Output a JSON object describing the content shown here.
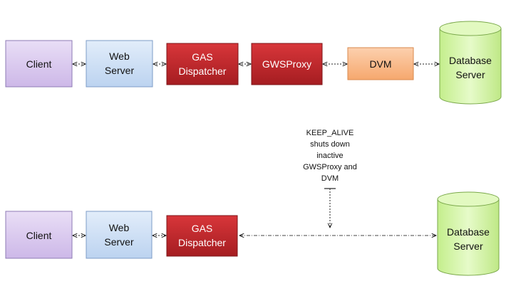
{
  "top_row": {
    "client": "Client",
    "web_server": [
      "Web",
      "Server"
    ],
    "gas_dispatcher": [
      "GAS",
      "Dispatcher"
    ],
    "gwsproxy": "GWSProxy",
    "dvm": "DVM",
    "database_server": [
      "Database",
      "Server"
    ]
  },
  "bottom_row": {
    "client": "Client",
    "web_server": [
      "Web",
      "Server"
    ],
    "gas_dispatcher": [
      "GAS",
      "Dispatcher"
    ],
    "database_server": [
      "Database",
      "Server"
    ]
  },
  "annotation": {
    "lines": [
      "KEEP_ALIVE",
      "shuts down",
      "inactive",
      "GWSProxy and",
      "DVM"
    ]
  },
  "colors": {
    "client_fill": "#d9c8ee",
    "web_server_fill": "#c9ddf5",
    "dispatcher_fill": "#c0282c",
    "dvm_fill": "#f9b98a",
    "database_fill": "#d5f5a8"
  }
}
